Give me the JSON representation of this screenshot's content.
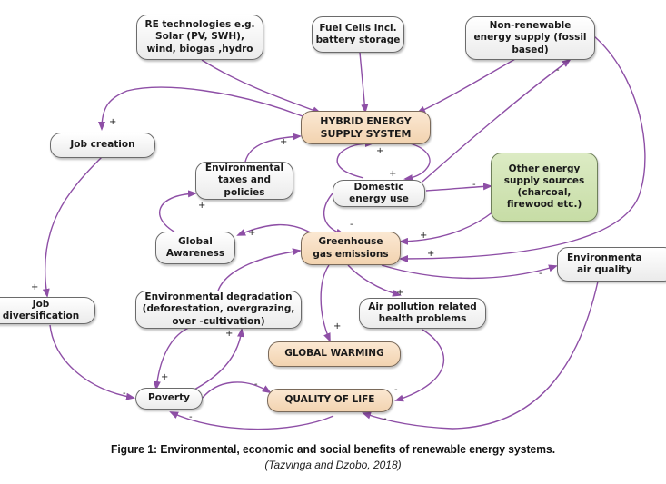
{
  "nodes": {
    "re_tech": "RE technologies e.g.\nSolar (PV, SWH),\nwind, biogas ,hydro",
    "fuel_cells": "Fuel Cells incl.\nbattery storage",
    "non_renewable": "Non-renewable\nenergy supply (fossil\nbased)",
    "hybrid": "HYBRID ENERGY\nSUPPLY SYSTEM",
    "job_creation": "Job creation",
    "env_taxes": "Environmental\ntaxes and\npolicies",
    "domestic_use": "Domestic\nenergy use",
    "other_sources": "Other energy\nsupply sources\n(charcoal,\nfirewood etc.)",
    "global_awareness": "Global\nAwareness",
    "ghg": "Greenhouse\ngas emissions",
    "env_air_quality": "Environmenta\nair quality",
    "job_diversification": "Job\ndiversification",
    "env_degradation": "Environmental degradation\n(deforestation, overgrazing,\nover -cultivation)",
    "air_pollution": "Air pollution related\nhealth problems",
    "global_warming": "GLOBAL WARMING",
    "poverty": "Poverty",
    "quality_of_life": "QUALITY OF LIFE"
  },
  "signs": {
    "hybrid_to_job": "+",
    "taxes_to_hybrid": "+",
    "hybrid_to_domestic_top": "+",
    "hybrid_to_domestic_bottom": "+",
    "domestic_to_nonrenew": "-",
    "domestic_to_other": "-",
    "awareness_to_taxes": "+",
    "ghg_to_awareness": "+",
    "domestic_to_ghg": "-",
    "other_to_ghg": "+",
    "nonrenew_to_ghg": "+",
    "ghg_to_airquality": "-",
    "ghg_to_airpollution": "+",
    "job_to_diversification": "+",
    "degradation_to_poverty": "+",
    "poverty_to_degradation": "+",
    "ghg_to_warming": "+",
    "diversification_to_poverty": "-",
    "poverty_to_qol": "-",
    "airpollution_to_qol": "-",
    "qol_to_poverty": "-",
    "airquality_to_qol": "-"
  },
  "colors": {
    "arrow": "#8e4fa6",
    "tan_node": "#f6ddc0",
    "green_node": "#d3e4b5",
    "grey_node": "#f2f2f2"
  },
  "caption": "Figure 1: Environmental, economic and social benefits of renewable energy systems.",
  "citation": "(Tazvinga and Dzobo, 2018)"
}
